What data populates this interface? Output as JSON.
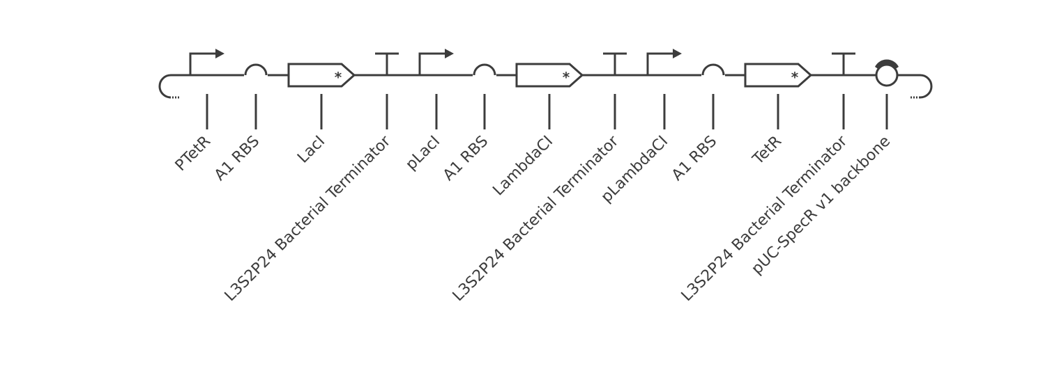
{
  "diagram": {
    "colors": {
      "stroke": "#3c3c3c",
      "background": "#ffffff"
    },
    "parts": [
      {
        "type": "promoter",
        "label": "PTetR"
      },
      {
        "type": "rbs",
        "label": "A1 RBS"
      },
      {
        "type": "cds",
        "label": "LacI"
      },
      {
        "type": "terminator",
        "label": "L3S2P24 Bacterial Terminator"
      },
      {
        "type": "promoter",
        "label": "pLacI"
      },
      {
        "type": "rbs",
        "label": "A1 RBS"
      },
      {
        "type": "cds",
        "label": "LambdaCI"
      },
      {
        "type": "terminator",
        "label": "L3S2P24 Bacterial Terminator"
      },
      {
        "type": "promoter",
        "label": "pLambdaCI"
      },
      {
        "type": "rbs",
        "label": "A1 RBS"
      },
      {
        "type": "cds",
        "label": "TetR"
      },
      {
        "type": "terminator",
        "label": "L3S2P24 Bacterial Terminator"
      },
      {
        "type": "origin",
        "label": "pUC-SpecR v1 backbone"
      }
    ]
  }
}
